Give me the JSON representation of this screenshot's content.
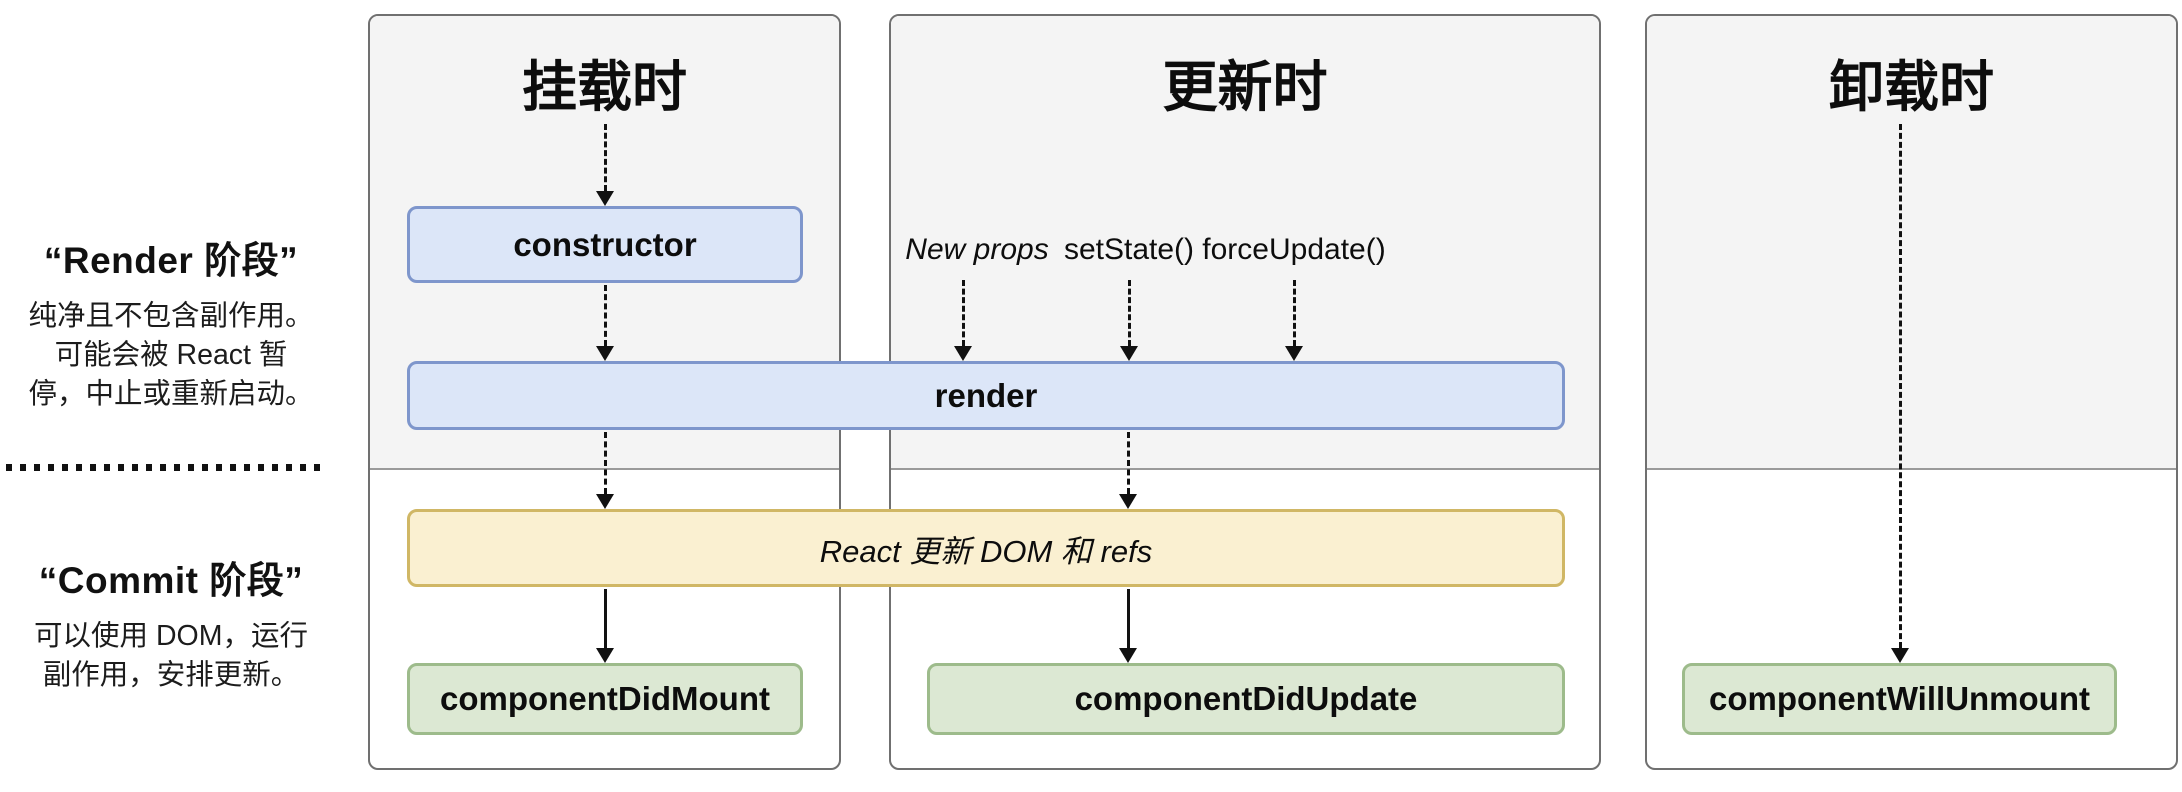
{
  "sidebar": {
    "render_phase": {
      "title": "“Render 阶段”",
      "description_lines": [
        "纯净且不包含副作用。",
        "可能会被 React 暂",
        "停，中止或重新启动。"
      ]
    },
    "commit_phase": {
      "title": "“Commit 阶段”",
      "description_lines": [
        "可以使用 DOM，运行",
        "副作用，安排更新。"
      ]
    }
  },
  "columns": {
    "mounting": {
      "title": "挂载时"
    },
    "updating": {
      "title": "更新时",
      "triggers": {
        "new_props": "New props",
        "set_state": "setState()",
        "force_update": "forceUpdate()"
      }
    },
    "unmounting": {
      "title": "卸载时"
    }
  },
  "boxes": {
    "constructor_label": "constructor",
    "render_label": "render",
    "react_dom_update_label": "React 更新 DOM 和 refs",
    "did_mount_label": "componentDidMount",
    "did_update_label": "componentDidUpdate",
    "will_unmount_label": "componentWillUnmount"
  },
  "colors": {
    "render_phase_bg": "#f4f4f4",
    "commit_phase_bg": "#ffffff",
    "panel_border": "#707070",
    "lifecycle_box_fill": "#dce6f8",
    "lifecycle_box_border": "#7e96cc",
    "dom_update_box_fill": "#faf0d1",
    "dom_update_box_border": "#d0b765",
    "commit_box_fill": "#dce8d3",
    "commit_box_border": "#9dbb8b",
    "arrow": "#111111"
  }
}
